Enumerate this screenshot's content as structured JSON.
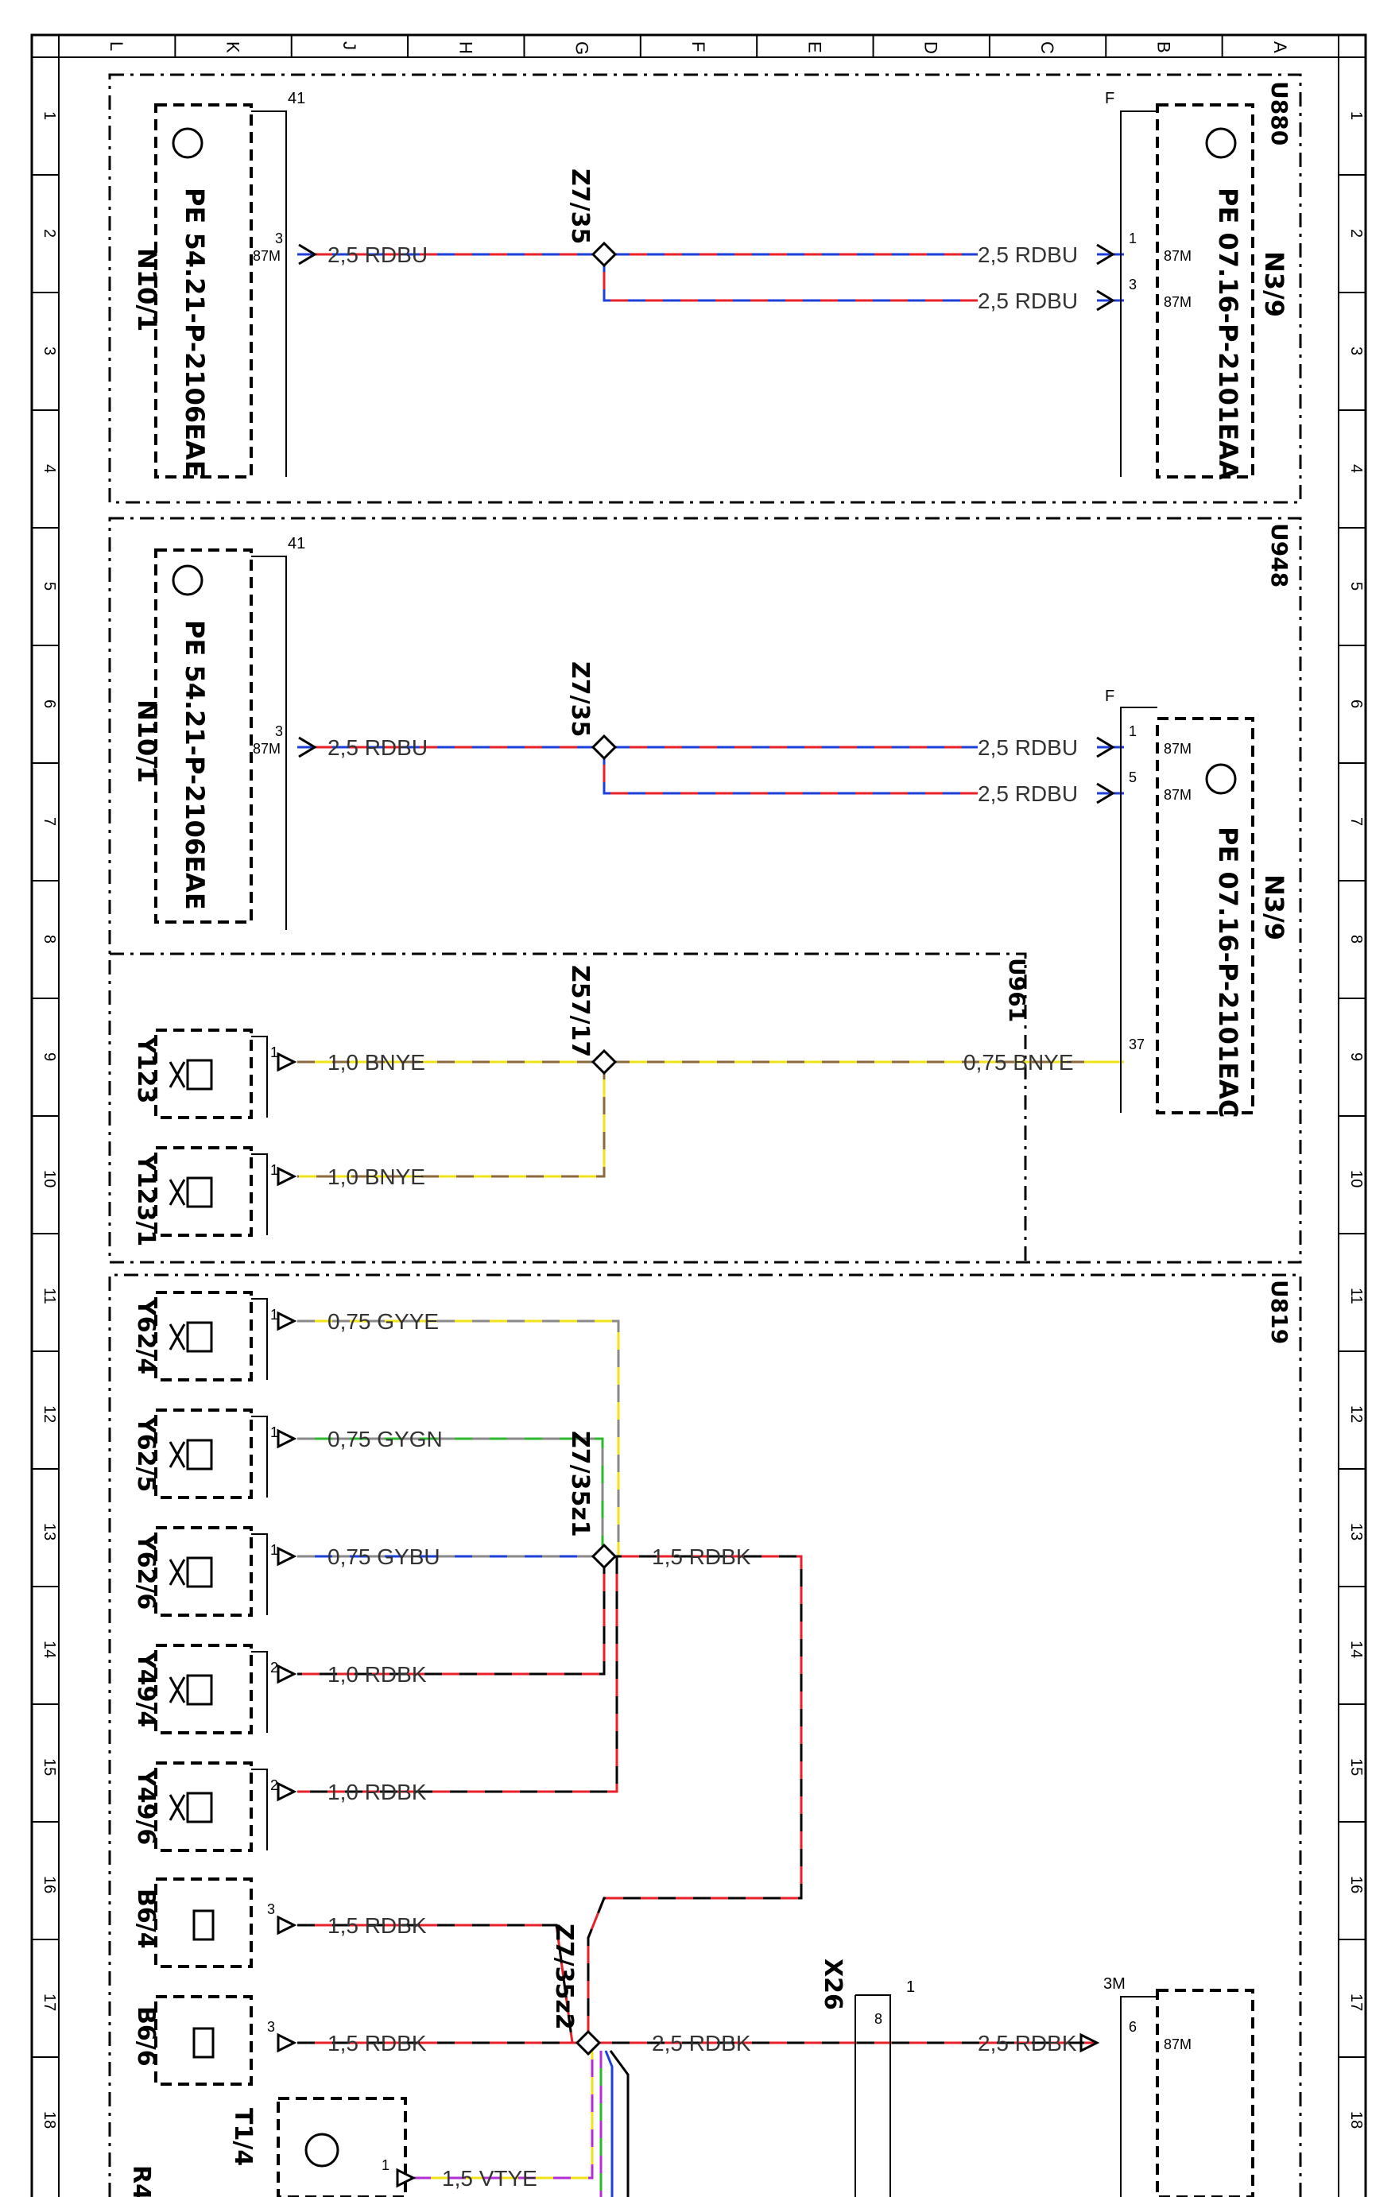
{
  "frame": {
    "columns": [
      "A",
      "B",
      "C",
      "D",
      "E",
      "F",
      "G",
      "H",
      "J",
      "K",
      "L"
    ],
    "rows": [
      "1",
      "2",
      "3",
      "4",
      "5",
      "6",
      "7",
      "8",
      "9",
      "10",
      "11",
      "12",
      "13",
      "14",
      "15",
      "16",
      "17",
      "18"
    ]
  },
  "zones": [
    {
      "id": "U880"
    },
    {
      "id": "U948"
    },
    {
      "id": "U961"
    },
    {
      "id": "U819"
    }
  ],
  "connector_ids": [
    "41",
    "41",
    "F",
    "F",
    "3M",
    "1"
  ],
  "components": {
    "n10_1_a": {
      "code": "N10/1",
      "ref": "PE 54.21-P-2106EAE",
      "pin": "3",
      "pin_type": "87M"
    },
    "n3_9_a": {
      "code": "N3/9",
      "ref": "PE 07.16-P-2101EAA",
      "pins": [
        "1",
        "3"
      ],
      "pin_type": "87M"
    },
    "n10_1_b": {
      "code": "N10/1",
      "ref": "PE 54.21-P-2106EAE",
      "pin": "3",
      "pin_type": "87M"
    },
    "n3_9_b": {
      "code": "N3/9",
      "ref": "PE 07.16-P-2101EAC",
      "pins": [
        "1",
        "5",
        "37"
      ],
      "pin_type": "87M"
    },
    "y123": {
      "code": "Y123",
      "pin": "1"
    },
    "y123_1": {
      "code": "Y123/1",
      "pin": "1"
    },
    "y62_4": {
      "code": "Y62/4",
      "pin": "1"
    },
    "y62_5": {
      "code": "Y62/5",
      "pin": "1"
    },
    "y62_6": {
      "code": "Y62/6",
      "pin": "1"
    },
    "y49_4": {
      "code": "Y49/4",
      "pin": "2"
    },
    "y49_6": {
      "code": "Y49/6",
      "pin": "2"
    },
    "b6_4": {
      "code": "B6/4",
      "pin": "3"
    },
    "b6_6": {
      "code": "B6/6",
      "pin": "3"
    },
    "t1_4": {
      "code": "T1/4",
      "pin": "1"
    },
    "r4": {
      "code": "R4"
    },
    "x26": {
      "code": "X26",
      "pin": "8"
    },
    "bottom_unit": {
      "pin": "6",
      "pin_type": "87M"
    }
  },
  "splices": [
    "Z7/35",
    "Z7/35",
    "Z57/17",
    "Z7/35z1",
    "Z7/35z2"
  ],
  "wires": {
    "w1": "2,5 RDBU",
    "w2": "2,5 RDBU",
    "w3": "2,5 RDBU",
    "w4": "2,5 RDBU",
    "w5": "2,5 RDBU",
    "w6": "2,5 RDBU",
    "w7": "1,0 BNYE",
    "w8": "0,75 BNYE",
    "w9": "1,0 BNYE",
    "w10": "0,75 GYYE",
    "w11": "0,75 GYGN",
    "w12": "0,75 GYBU",
    "w13": "1,5 RDBK",
    "w14": "1,0 RDBK",
    "w15": "1,0 RDBK",
    "w16": "1,5 RDBK",
    "w17": "1,5 RDBK",
    "w18": "2,5 RDBK",
    "w19": "2,5 RDBK",
    "w20": "1,5 VTYE"
  },
  "colors": {
    "red": "#e8202a",
    "blue": "#1c3fd8",
    "yellow": "#f2e21a",
    "brown": "#8a6a3a",
    "gray": "#8a8a8a",
    "green": "#2cb82c",
    "black": "#000000",
    "violet": "#b22fd6"
  }
}
